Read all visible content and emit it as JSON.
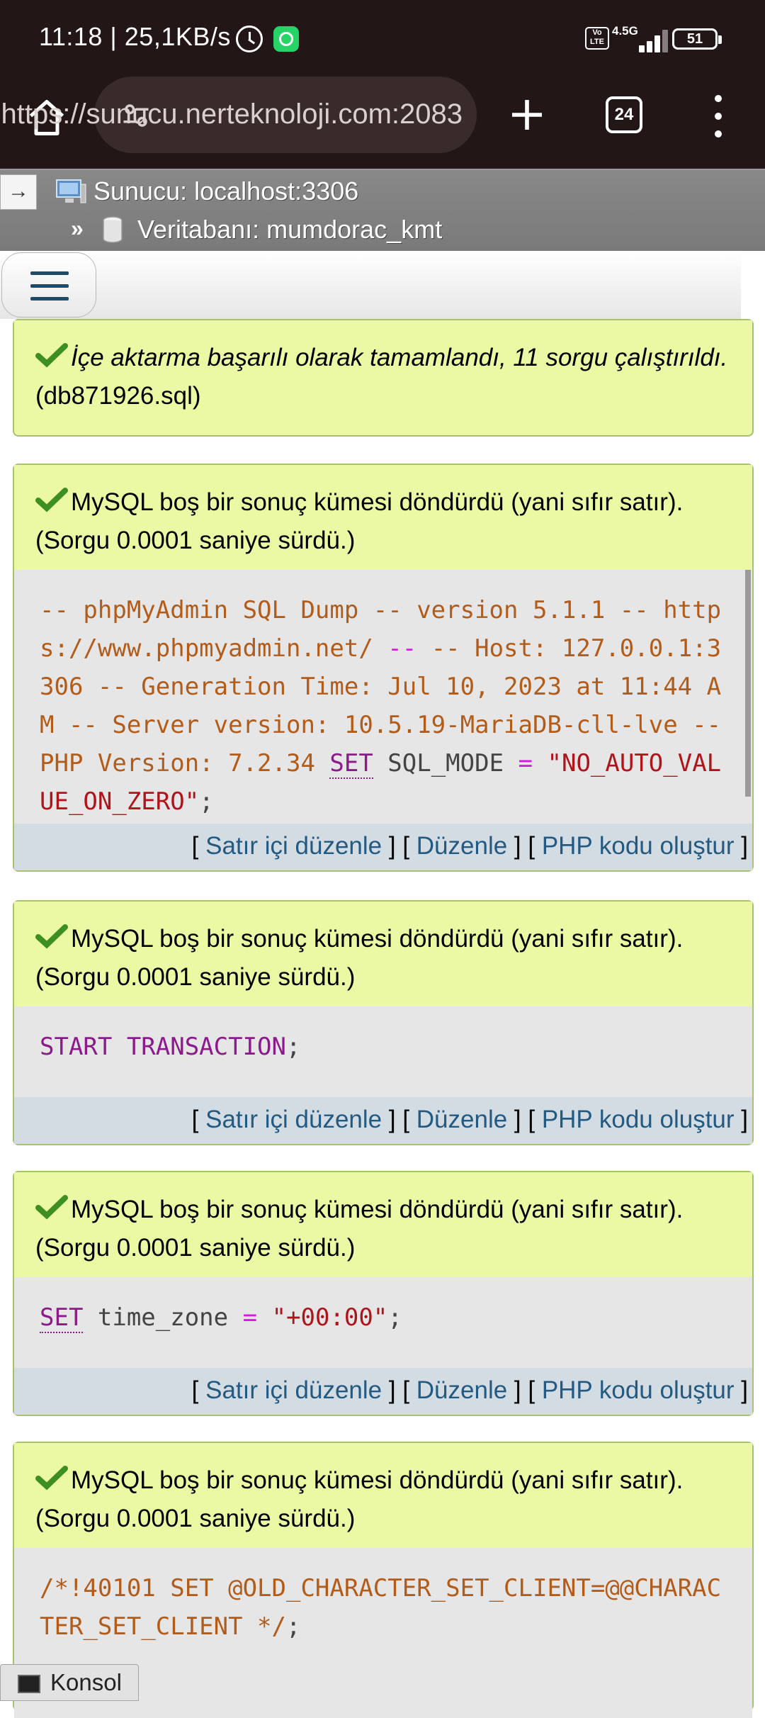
{
  "status_bar": {
    "time": "11:18 | 25,1KB/s",
    "volte": "Vo LTE",
    "network": "4.5G",
    "battery": "51"
  },
  "browser": {
    "url": "https://sunucu.nerteknoloji.com:2083",
    "tab_count": "24"
  },
  "breadcrumb": {
    "collapse": "→",
    "server": "Sunucu: localhost:3306",
    "separator": "»",
    "database": "Veritabanı: mumdorac_kmt"
  },
  "import_message": {
    "italic_text": "İçe aktarma başarılı olarak tamamlandı, 11 sorgu çalıştırıldı.",
    "file": " (db871926.sql)"
  },
  "messages": [
    {
      "status": "MySQL boş bir sonuç kümesi döndürdü (yani sıfır satır). (Sorgu 0.0001 saniye sürdü.)",
      "sql": {
        "p1": "-- phpMyAdmin SQL Dump -- version 5.1.1 -- https://www.phpmyadmin.net/ ",
        "p2": "--",
        "p3": " -- Host: 127.0.0.1:3306 -- Generation Time: Jul 10, 2023 at 11:44 AM -- Server version: 10.5.19-MariaDB-cll-lve -- PHP Version: 7.2.34 ",
        "kw": "SET",
        "p4": " SQL_MODE ",
        "op": "=",
        "str": "\"NO_AUTO_VALUE_ON_ZERO\"",
        "end": ";"
      }
    },
    {
      "status": "MySQL boş bir sonuç kümesi döndürdü (yani sıfır satır). (Sorgu 0.0001 saniye sürdü.)",
      "sql": {
        "kw": "START TRANSACTION",
        "end": ";"
      }
    },
    {
      "status": "MySQL boş bir sonuç kümesi döndürdü (yani sıfır satır). (Sorgu 0.0001 saniye sürdü.)",
      "sql": {
        "kw": "SET",
        "p1": " time_zone ",
        "op": "=",
        "str": "\"+00:00\"",
        "end": ";"
      }
    },
    {
      "status": "MySQL boş bir sonuç kümesi döndürdü (yani sıfır satır). (Sorgu 0.0001 saniye sürdü.)",
      "sql": {
        "comment": "/*!40101 SET @OLD_CHARACTER_SET_CLIENT=@@CHARACTER_SET_CLIENT */",
        "end": ";"
      }
    }
  ],
  "actions": {
    "open": "[ ",
    "mid": " ] [ ",
    "close": " ]",
    "inline_edit": "Satır içi düzenle",
    "edit": "Düzenle",
    "php_code": "PHP kodu oluştur"
  },
  "console": {
    "label": "Konsol"
  },
  "colors": {
    "browser_chrome": "#231617",
    "success_bg": "#ebf8a4",
    "success_border": "#a6c36b",
    "sql_bg": "#e6e6e6",
    "actions_bg": "#d3dce3",
    "link": "#235a81"
  }
}
